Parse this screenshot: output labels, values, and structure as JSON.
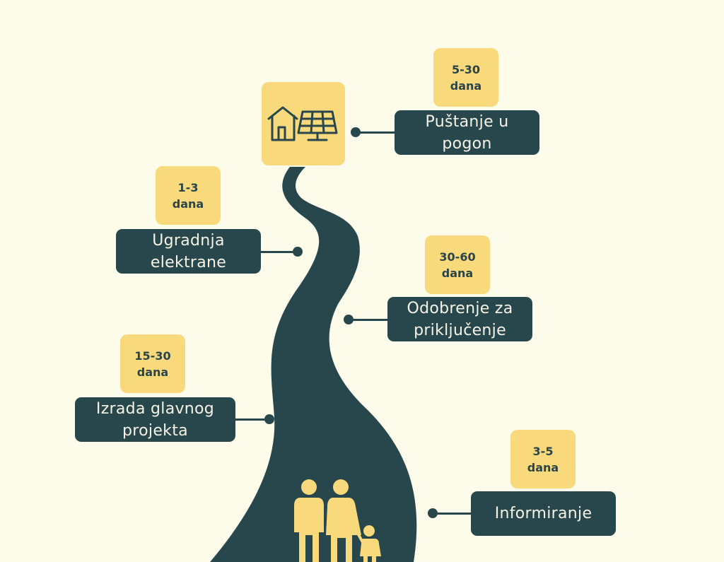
{
  "colors": {
    "background": "#fdfbea",
    "road": "#27474c",
    "accent": "#f8da7c",
    "step_text": "#f6f3e4",
    "duration_text": "#2b4448"
  },
  "icons": {
    "top": "house-solar-panel-icon",
    "bottom": "family-icon"
  },
  "steps": [
    {
      "label": "Puštanje u pogon",
      "duration": "5-30",
      "unit": "dana"
    },
    {
      "label": "Ugradnja elektrane",
      "duration": "1-3",
      "unit": "dana"
    },
    {
      "label": "Odobrenje za priključenje",
      "duration": "30-60",
      "unit": "dana"
    },
    {
      "label": "Izrada glavnog projekta",
      "duration": "15-30",
      "unit": "dana"
    },
    {
      "label": "Informiranje",
      "duration": "3-5",
      "unit": "dana"
    }
  ]
}
